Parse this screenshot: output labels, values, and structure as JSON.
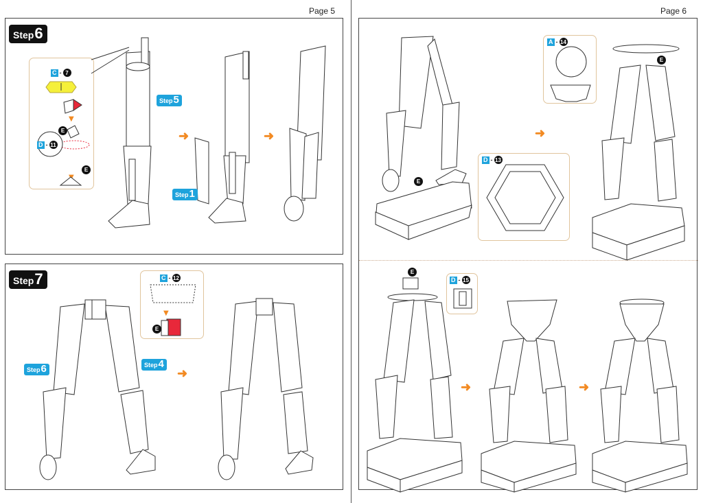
{
  "pages": {
    "left_label": "Page 5",
    "right_label": "Page 6"
  },
  "step6": {
    "badge_word": "Step",
    "badge_number": "6",
    "callout_step5": {
      "word": "Step",
      "number": "5"
    },
    "callout_step1": {
      "word": "Step",
      "number": "1"
    },
    "detail_tags": [
      {
        "letter": "C",
        "number": "7"
      },
      {
        "letter": "D",
        "number": "11"
      }
    ],
    "e_marks": [
      "E",
      "E"
    ]
  },
  "step7": {
    "badge_word": "Step",
    "badge_number": "7",
    "callout_step6": {
      "word": "Step",
      "number": "6"
    },
    "callout_step4": {
      "word": "Step",
      "number": "4"
    },
    "detail_tag": {
      "letter": "C",
      "number": "12"
    },
    "e_mark": "E"
  },
  "page6_top": {
    "tag_base": {
      "letter": "D",
      "number": "13"
    },
    "tag_top": {
      "letter": "A",
      "number": "14"
    },
    "e_marks": [
      "E",
      "E"
    ]
  },
  "page6_bottom": {
    "tag": {
      "letter": "D",
      "number": "15"
    },
    "e_mark": "E"
  },
  "colors": {
    "accent_blue": "#1ea3dc",
    "arrow_orange": "#f28a22",
    "highlight_yellow": "#f5f03a",
    "base_red": "#e8283a",
    "part_gray": "#8a8a8a"
  },
  "icons": [
    "step-arrow-icon",
    "glue-point-icon",
    "marker-e-icon"
  ]
}
